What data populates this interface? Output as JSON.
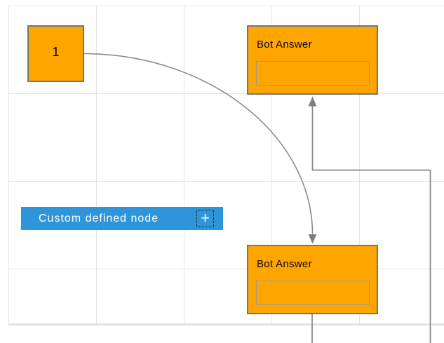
{
  "diagram": {
    "canvas": {
      "background": "#ffffff",
      "grid": {
        "cell_size": 125,
        "line_color": "#e4e4e4",
        "page_bottom_border_color": "#d9d9d9"
      }
    },
    "nodes": {
      "start": {
        "label": "1",
        "fill": "#ffa500",
        "border_color": "#757575",
        "text_color": "#000000"
      },
      "bot_answer_top": {
        "label": "Bot Answer",
        "fill": "#ffa500",
        "border_color": "#757575",
        "inner_box_border_color": "#999999",
        "text_color": "#000000"
      },
      "bot_answer_bottom": {
        "label": "Bot Answer",
        "fill": "#ffa500",
        "border_color": "#757575",
        "inner_box_border_color": "#999999",
        "text_color": "#000000"
      },
      "custom": {
        "label": "Custom defined node",
        "fill": "#2e95db",
        "text_color": "#ffffff",
        "add_icon_glyph": "+"
      }
    },
    "connectors": {
      "color": "#8b8b8b",
      "arrow_color": "#7f7f7f",
      "items": [
        {
          "id": "bezier-start-to-bottom-answer",
          "type": "bezier",
          "arrow": "target-down"
        },
        {
          "id": "orthogonal-loop-to-top-answer",
          "type": "orthogonal",
          "arrow": "target-up"
        }
      ]
    }
  }
}
